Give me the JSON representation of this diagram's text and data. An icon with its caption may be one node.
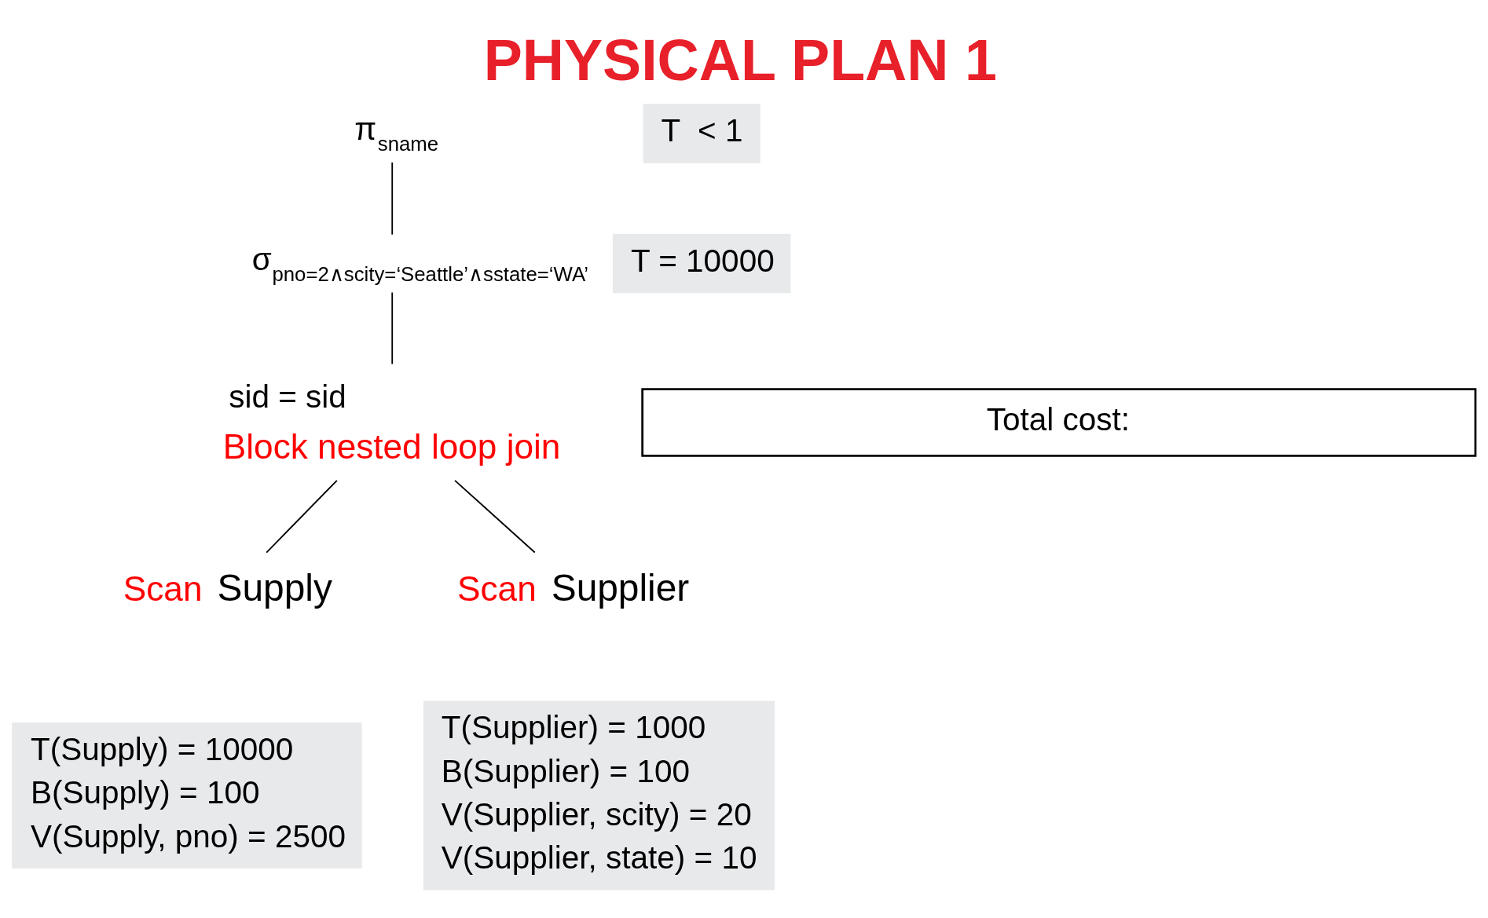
{
  "diagram": {
    "title": "PHYSICAL PLAN 1",
    "nodes": [
      {
        "text": [
          "π$_{sname}$"
        ]
      },
      {
        "text": [
          "T  < 1"
        ]
      },
      {
        "text": [
          "σ$_{pno=2∧scity=‘Seattle’∧sstate=‘WA’}$"
        ]
      },
      {
        "text": [
          "T = 10000"
        ]
      },
      {
        "text": [
          "sid = sid"
        ],
        "beside": [
          "Block nested loop join"
        ]
      },
      {
        "text": [
          "Supply"
        ],
        "beside": [
          "Scan"
        ]
      },
      {
        "text": [
          "Supplier"
        ],
        "beside": [
          "Scan"
        ]
      },
      {
        "text": [
          "Total cost:"
        ]
      },
      {
        "text": [
          "T(Supply) = 10000",
          "B(Supply) = 100",
          "V(Supply, pno) = 2500"
        ]
      },
      {
        "text": [
          "T(Supplier) = 1000",
          "B(Supplier) = 100",
          "V(Supplier, scity) = 20",
          "V(Supplier, state) = 10"
        ]
      }
    ],
    "edges": [
      {
        "from": 0,
        "to": 2,
        "arrow": "none"
      },
      {
        "from": 2,
        "to": 4,
        "arrow": "none"
      },
      {
        "from": 4,
        "to": 5,
        "arrow": "none"
      },
      {
        "from": 4,
        "to": 6,
        "arrow": "none"
      }
    ]
  }
}
